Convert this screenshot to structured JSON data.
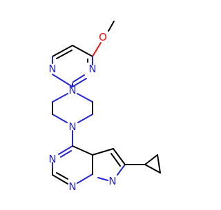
{
  "molecule": {
    "atom_labels": {
      "n_pyrimidine_upper": "N",
      "n_pyrimidine_lower": "N",
      "o_methoxy": "O",
      "n_piperazine_top": "N",
      "n_piperazine_bottom": "N",
      "n_pyrazine_left": "N",
      "n_bridgehead": "N",
      "n_pyrazole": "N"
    },
    "colors": {
      "carbon": "#000000",
      "nitrogen": "#2323e0",
      "oxygen": "#ff0d0d",
      "background": "#ffffff"
    }
  }
}
